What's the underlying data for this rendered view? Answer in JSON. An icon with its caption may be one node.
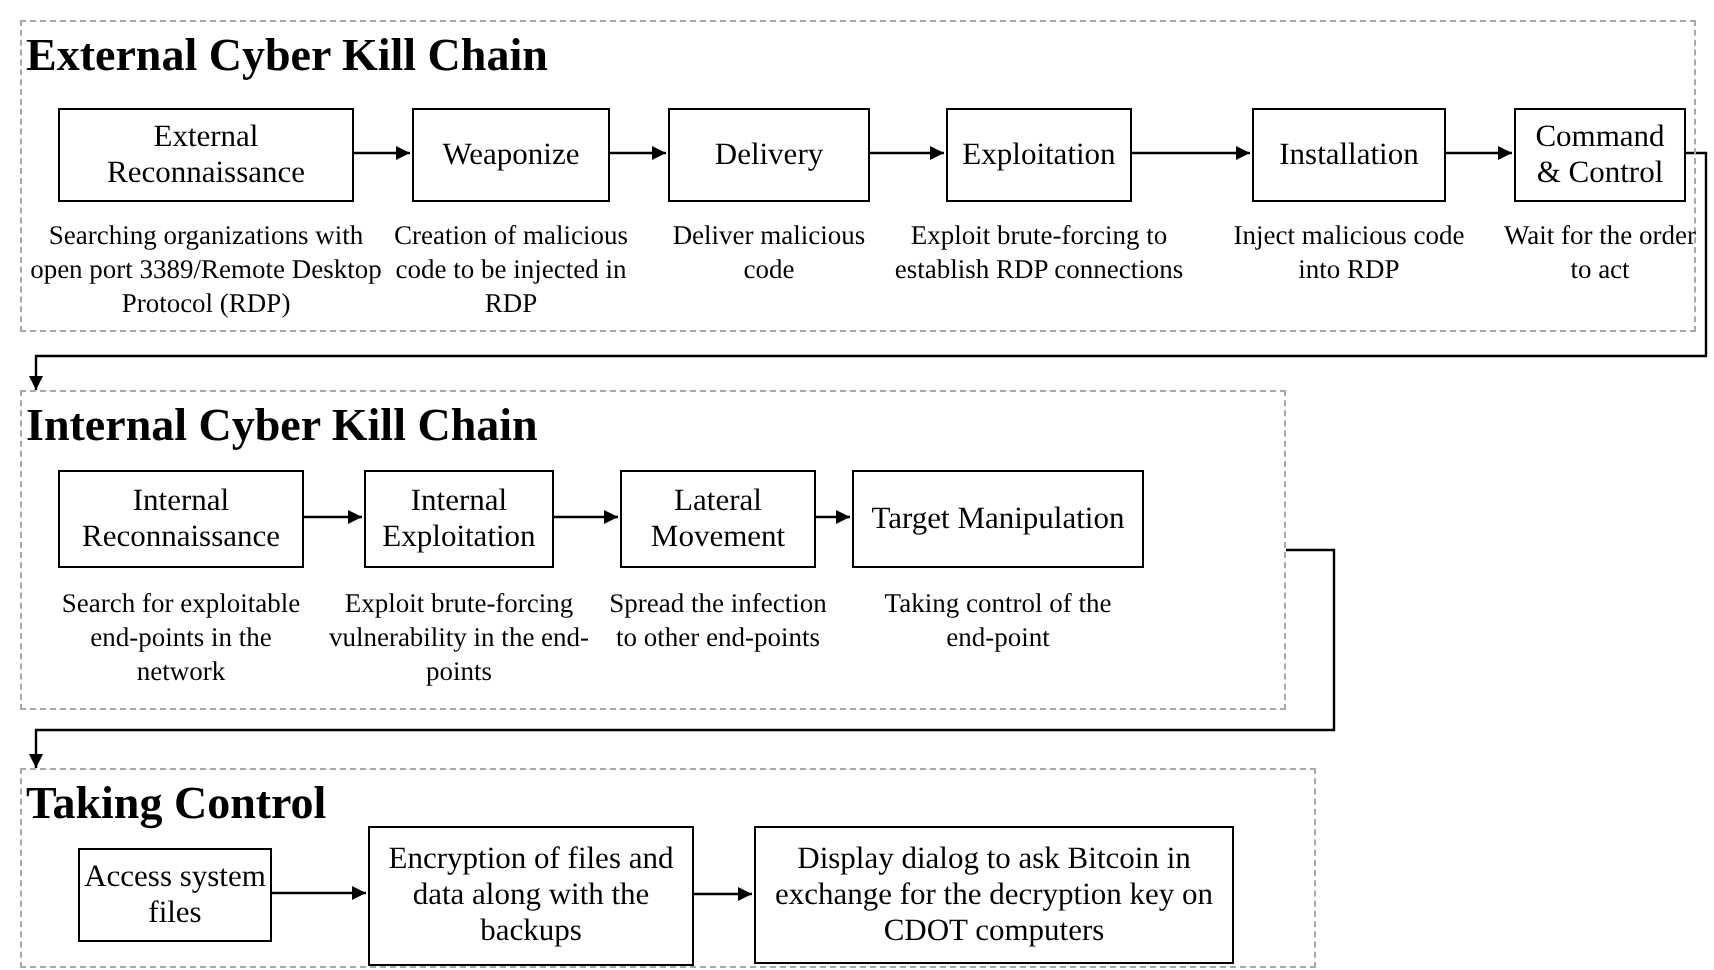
{
  "diagram": {
    "nodes": [
      {
        "text": [
          "External Cyber Kill Chain"
        ]
      },
      {
        "text": [
          "External Reconnaissance"
        ],
        "in": 0,
        "beside": [
          "Searching organizations with open port 3389/Remote Desktop Protocol (RDP)"
        ]
      },
      {
        "text": [
          "Weaponize"
        ],
        "in": 0,
        "beside": [
          "Creation of malicious code to be injected in RDP"
        ]
      },
      {
        "text": [
          "Delivery"
        ],
        "in": 0,
        "beside": [
          "Deliver malicious code"
        ]
      },
      {
        "text": [
          "Exploitation"
        ],
        "in": 0,
        "beside": [
          "Exploit brute-forcing to establish RDP connections"
        ]
      },
      {
        "text": [
          "Installation"
        ],
        "in": 0,
        "beside": [
          "Inject malicious code into RDP"
        ]
      },
      {
        "text": [
          "Command & Control"
        ],
        "in": 0,
        "beside": [
          "Wait for the order to act"
        ]
      },
      {
        "text": [
          "Internal Cyber Kill Chain"
        ]
      },
      {
        "text": [
          "Internal Reconnaissance"
        ],
        "in": 7,
        "beside": [
          "Search for exploitable end-points in the network"
        ]
      },
      {
        "text": [
          "Internal Exploitation"
        ],
        "in": 7,
        "beside": [
          "Exploit brute-forcing vulnerability in the end-points"
        ]
      },
      {
        "text": [
          "Lateral Movement"
        ],
        "in": 7,
        "beside": [
          "Spread the infection to other end-points"
        ]
      },
      {
        "text": [
          "Target Manipulation"
        ],
        "in": 7,
        "beside": [
          "Taking control of the end-point"
        ]
      },
      {
        "text": [
          "Taking Control"
        ]
      },
      {
        "text": [
          "Access system files"
        ],
        "in": 12
      },
      {
        "text": [
          "Encryption of files and data along with the backups"
        ],
        "in": 12
      },
      {
        "text": [
          "Display dialog to ask Bitcoin in exchange for the decryption key on CDOT computers"
        ],
        "in": 12
      }
    ],
    "edges": [
      {
        "from": 1,
        "to": 2,
        "arrow": "to"
      },
      {
        "from": 2,
        "to": 3,
        "arrow": "to"
      },
      {
        "from": 3,
        "to": 4,
        "arrow": "to"
      },
      {
        "from": 4,
        "to": 5,
        "arrow": "to"
      },
      {
        "from": 5,
        "to": 6,
        "arrow": "to"
      },
      {
        "from": 6,
        "to": 7,
        "arrow": "to"
      },
      {
        "from": 8,
        "to": 9,
        "arrow": "to"
      },
      {
        "from": 9,
        "to": 10,
        "arrow": "to"
      },
      {
        "from": 10,
        "to": 11,
        "arrow": "to"
      },
      {
        "from": 7,
        "to": 12,
        "arrow": "to"
      },
      {
        "from": 13,
        "to": 14,
        "arrow": "to"
      },
      {
        "from": 14,
        "to": 15,
        "arrow": "to"
      }
    ]
  }
}
